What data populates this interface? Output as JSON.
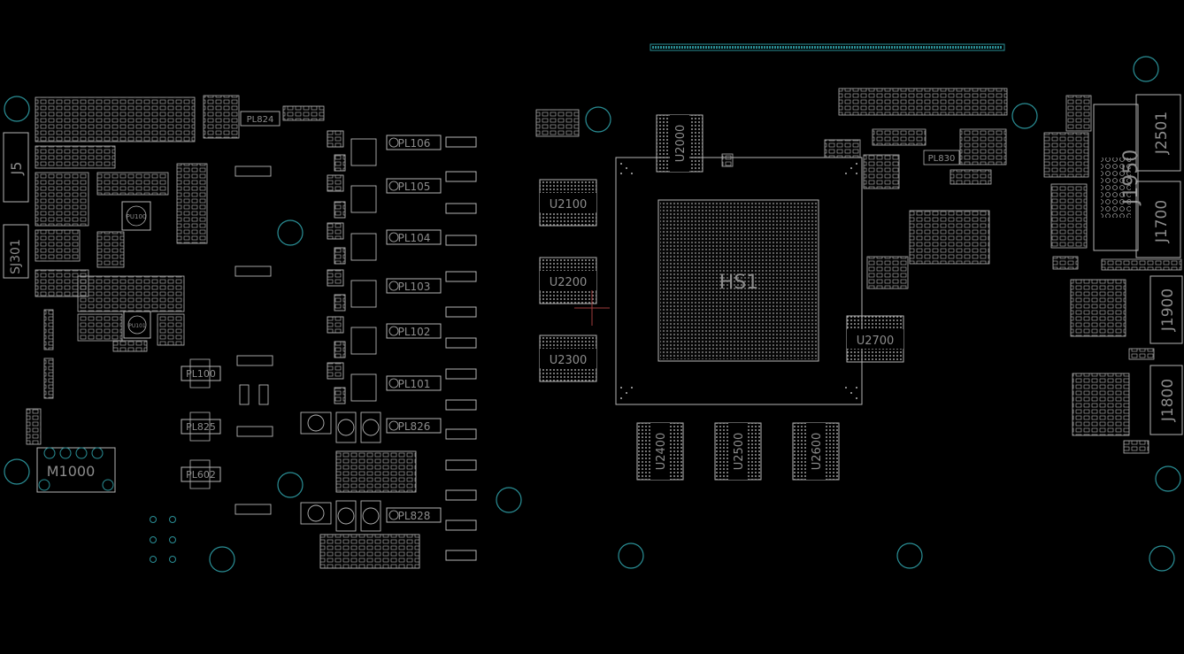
{
  "colors": {
    "background": "#000000",
    "silkscreen": "#b4b4b4",
    "label": "#8c8c8c",
    "mounting_hole": "#2a8f96",
    "pad": "#2a8f96",
    "cursor": "#a03c3c"
  },
  "labels": {
    "gpu": "HS1",
    "u2000": "U2000",
    "u2100": "U2100",
    "u2200": "U2200",
    "u2300": "U2300",
    "u2400": "U2400",
    "u2500": "U2500",
    "u2600": "U2600",
    "u2700": "U2700",
    "pl106": "PL106",
    "pl105": "PL105",
    "pl104": "PL104",
    "pl103": "PL103",
    "pl102": "PL102",
    "pl101": "PL101",
    "pl826": "PL826",
    "pl828": "PL828",
    "pl824": "PL824",
    "pl830": "PL830",
    "pl100": "PL100",
    "pl825": "PL825",
    "pl602": "PL602",
    "m1000": "M1000",
    "j5": "J5",
    "sj301": "SJ301",
    "j2501": "J2501",
    "j1950": "J1950",
    "j1700": "J1700",
    "j1900": "J1900",
    "j1800": "J1800",
    "pu100": "PU100",
    "pu101": "PU101"
  }
}
